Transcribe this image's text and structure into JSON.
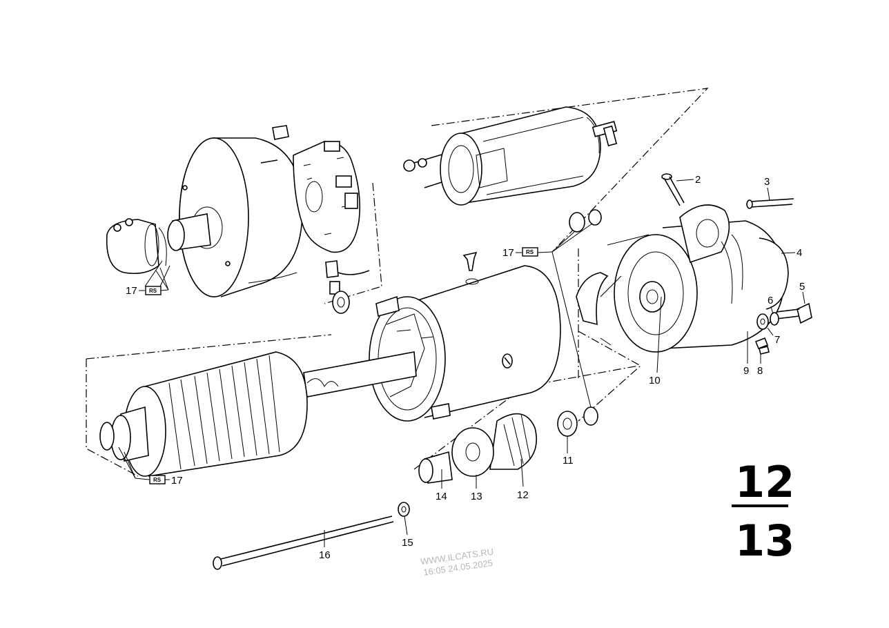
{
  "callouts": [
    {
      "id": "c2",
      "label": "2"
    },
    {
      "id": "c3",
      "label": "3"
    },
    {
      "id": "c4",
      "label": "4"
    },
    {
      "id": "c5",
      "label": "5"
    },
    {
      "id": "c6",
      "label": "6"
    },
    {
      "id": "c7",
      "label": "7"
    },
    {
      "id": "c8",
      "label": "8"
    },
    {
      "id": "c9",
      "label": "9"
    },
    {
      "id": "c10",
      "label": "10"
    },
    {
      "id": "c11",
      "label": "11"
    },
    {
      "id": "c12",
      "label": "12"
    },
    {
      "id": "c13",
      "label": "13"
    },
    {
      "id": "c14",
      "label": "14"
    },
    {
      "id": "c15",
      "label": "15"
    },
    {
      "id": "c16",
      "label": "16"
    },
    {
      "id": "c17a",
      "label": "17"
    },
    {
      "id": "c17b",
      "label": "17"
    },
    {
      "id": "c17c",
      "label": "17"
    }
  ],
  "rs_badge": "RS",
  "section_number": {
    "top": "12",
    "bottom": "13"
  },
  "watermark": {
    "line1": "WWW.ILCATS.RU",
    "line2": "16:05 24.05.2025"
  }
}
